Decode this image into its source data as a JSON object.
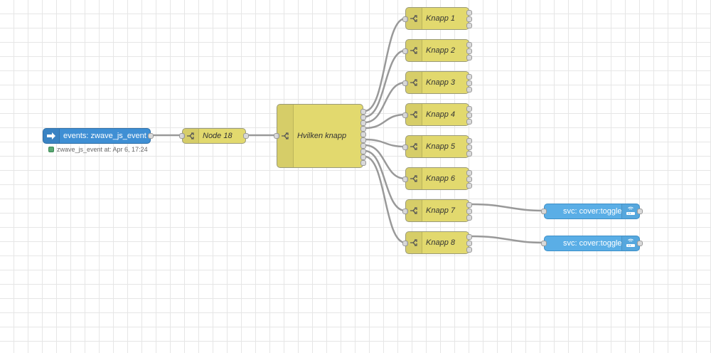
{
  "flow": {
    "inject": {
      "label": "events: zwave_js_event",
      "icon": "arrow-right-icon",
      "status": "zwave_js_event at: Apr 6, 17:24",
      "status_color": "#5aa873"
    },
    "node18": {
      "label": "Node 18",
      "icon": "switch-icon"
    },
    "hvilken": {
      "label": "Hvilken knapp",
      "icon": "switch-icon",
      "outputs": 8
    },
    "knapp": [
      {
        "label": "Knapp 1"
      },
      {
        "label": "Knapp 2"
      },
      {
        "label": "Knapp 3"
      },
      {
        "label": "Knapp 4"
      },
      {
        "label": "Knapp 5"
      },
      {
        "label": "Knapp 6"
      },
      {
        "label": "Knapp 7"
      },
      {
        "label": "Knapp 8"
      }
    ],
    "services": [
      {
        "label": "svc: cover:toggle",
        "icon": "router-icon"
      },
      {
        "label": "svc: cover:toggle",
        "icon": "router-icon"
      }
    ]
  },
  "colors": {
    "switch_node": "#e2d96e",
    "inject_node": "#3f8fd4",
    "service_node": "#5aaee6",
    "wire": "#999999"
  }
}
